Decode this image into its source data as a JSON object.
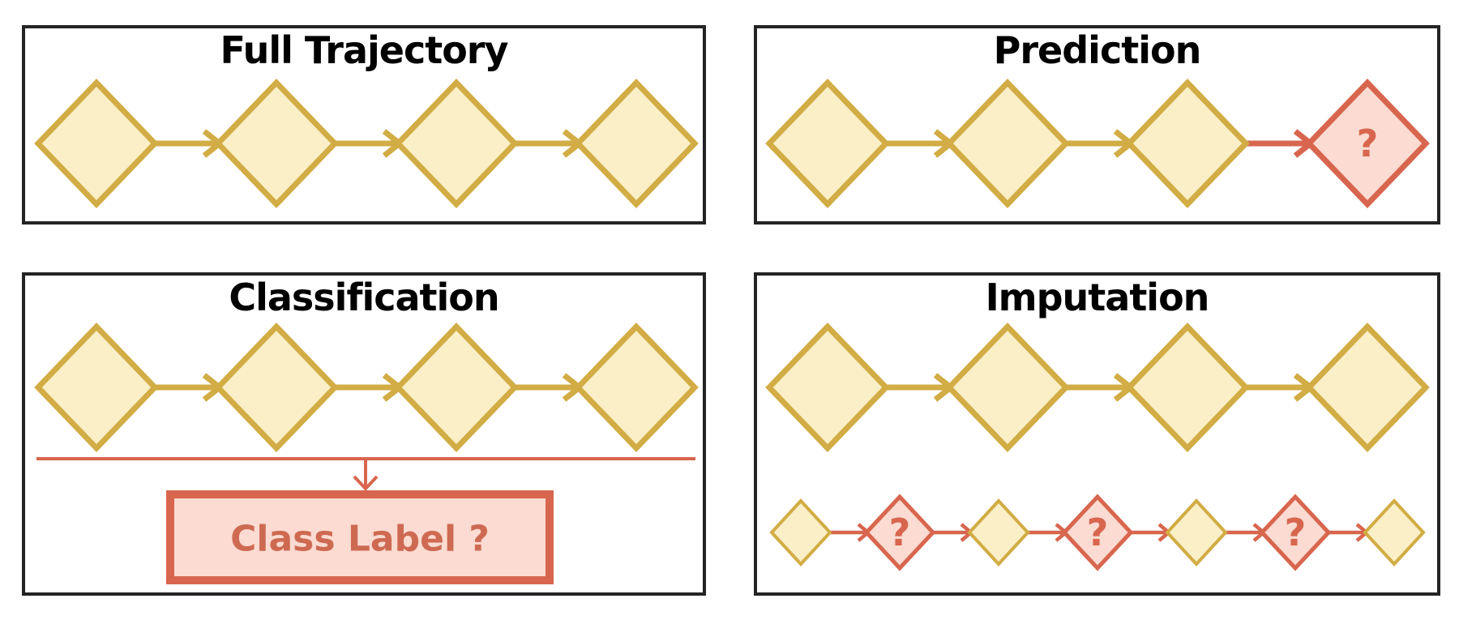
{
  "figure": {
    "background": "#FFFFFF",
    "panel_border_color": "#242424",
    "title_color": "#000000"
  },
  "colors": {
    "observed_fill": "#FAEFC7",
    "observed_stroke": "#D2AC44",
    "missing_fill": "#FBDBD2",
    "missing_stroke": "#D8664E",
    "missing_label_color": "#D8664E",
    "connector_color": "#D8664E",
    "class_box_fill": "#FBDBD2",
    "class_box_stroke": "#D8664E",
    "class_text_color": "#CE6A52"
  },
  "panels": [
    {
      "key": "full_trajectory",
      "title": "Full Trajectory",
      "rows": [
        {
          "size": "large",
          "nodes": [
            "observed",
            "observed",
            "observed",
            "observed"
          ],
          "arrows": [
            "observed",
            "observed",
            "observed"
          ]
        }
      ]
    },
    {
      "key": "prediction",
      "title": "Prediction",
      "missing_label": "?",
      "rows": [
        {
          "size": "large",
          "nodes": [
            "observed",
            "observed",
            "observed",
            "missing"
          ],
          "arrows": [
            "observed",
            "observed",
            "missing"
          ]
        }
      ]
    },
    {
      "key": "classification",
      "title": "Classification",
      "rows": [
        {
          "size": "large",
          "nodes": [
            "observed",
            "observed",
            "observed",
            "observed"
          ],
          "arrows": [
            "observed",
            "observed",
            "observed"
          ]
        }
      ],
      "aggregate": {
        "label": "Class Label ?"
      }
    },
    {
      "key": "imputation",
      "title": "Imputation",
      "missing_label": "?",
      "rows": [
        {
          "size": "large",
          "nodes": [
            "observed",
            "observed",
            "observed",
            "observed"
          ],
          "arrows": [
            "observed",
            "observed",
            "observed"
          ]
        },
        {
          "size": "small",
          "nodes": [
            "observed",
            "missing",
            "observed",
            "missing",
            "observed",
            "missing",
            "observed"
          ],
          "arrows": [
            "missing",
            "missing",
            "missing",
            "missing",
            "missing",
            "missing"
          ]
        }
      ]
    }
  ]
}
